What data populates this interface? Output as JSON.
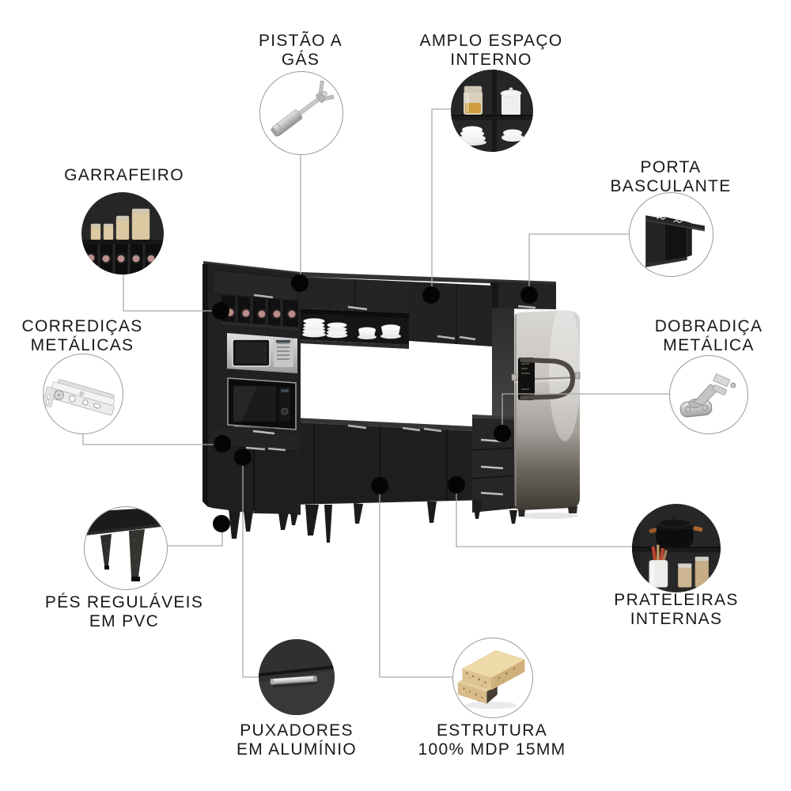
{
  "page": {
    "background": "#ffffff",
    "text_color": "#181818",
    "connector_color": "#a9a9a9",
    "dot_color": "#050505",
    "furniture_black": "#1f1f1f",
    "fridge_silver": "#c9c6c2",
    "handle_silver": "#bdbdbd",
    "cork_pink": "#bb8f8b",
    "wood_beige": "#e2cc9c"
  },
  "callouts": [
    {
      "id": "pistao-a-gas",
      "lines": [
        "PISTÃO A",
        "GÁS"
      ],
      "icon": "gas-piston-icon",
      "label_position": "above"
    },
    {
      "id": "amplo-espaco-interno",
      "lines": [
        "AMPLO ESPAÇO",
        "INTERNO"
      ],
      "icon": "cabinet-interior-icon",
      "label_position": "above"
    },
    {
      "id": "garrafeiro",
      "lines": [
        "GARRAFEIRO"
      ],
      "icon": "bottle-rack-icon",
      "label_position": "above"
    },
    {
      "id": "porta-basculante",
      "lines": [
        "PORTA",
        "BASCULANTE"
      ],
      "icon": "flip-up-door-icon",
      "label_position": "above"
    },
    {
      "id": "corredicas-metalicas",
      "lines": [
        "CORREDIÇAS",
        "METÁLICAS"
      ],
      "icon": "drawer-slide-icon",
      "label_position": "above"
    },
    {
      "id": "dobradica-metalica",
      "lines": [
        "DOBRADIÇA",
        "METÁLICA"
      ],
      "icon": "metal-hinge-icon",
      "label_position": "above"
    },
    {
      "id": "pes-regulaveis-em-pvc",
      "lines": [
        "PÉS REGULÁVEIS",
        "EM PVC"
      ],
      "icon": "adjustable-feet-icon",
      "label_position": "below"
    },
    {
      "id": "prateleiras-internas",
      "lines": [
        "PRATELEIRAS",
        "INTERNAS"
      ],
      "icon": "internal-shelves-icon",
      "label_position": "below"
    },
    {
      "id": "puxadores-em-aluminio",
      "lines": [
        "PUXADORES",
        "EM ALUMÍNIO"
      ],
      "icon": "aluminum-handle-icon",
      "label_position": "below"
    },
    {
      "id": "estrutura-mdp",
      "lines": [
        "ESTRUTURA",
        "100% MDP 15MM"
      ],
      "icon": "mdp-board-icon",
      "label_position": "below"
    }
  ],
  "product": {
    "subject": "kitchen-cabinet-set-with-refrigerator",
    "visible_items": [
      "wine bottles",
      "microwave",
      "oven",
      "plates",
      "bowls",
      "refrigerator"
    ],
    "wine_bottle_count": 5
  }
}
